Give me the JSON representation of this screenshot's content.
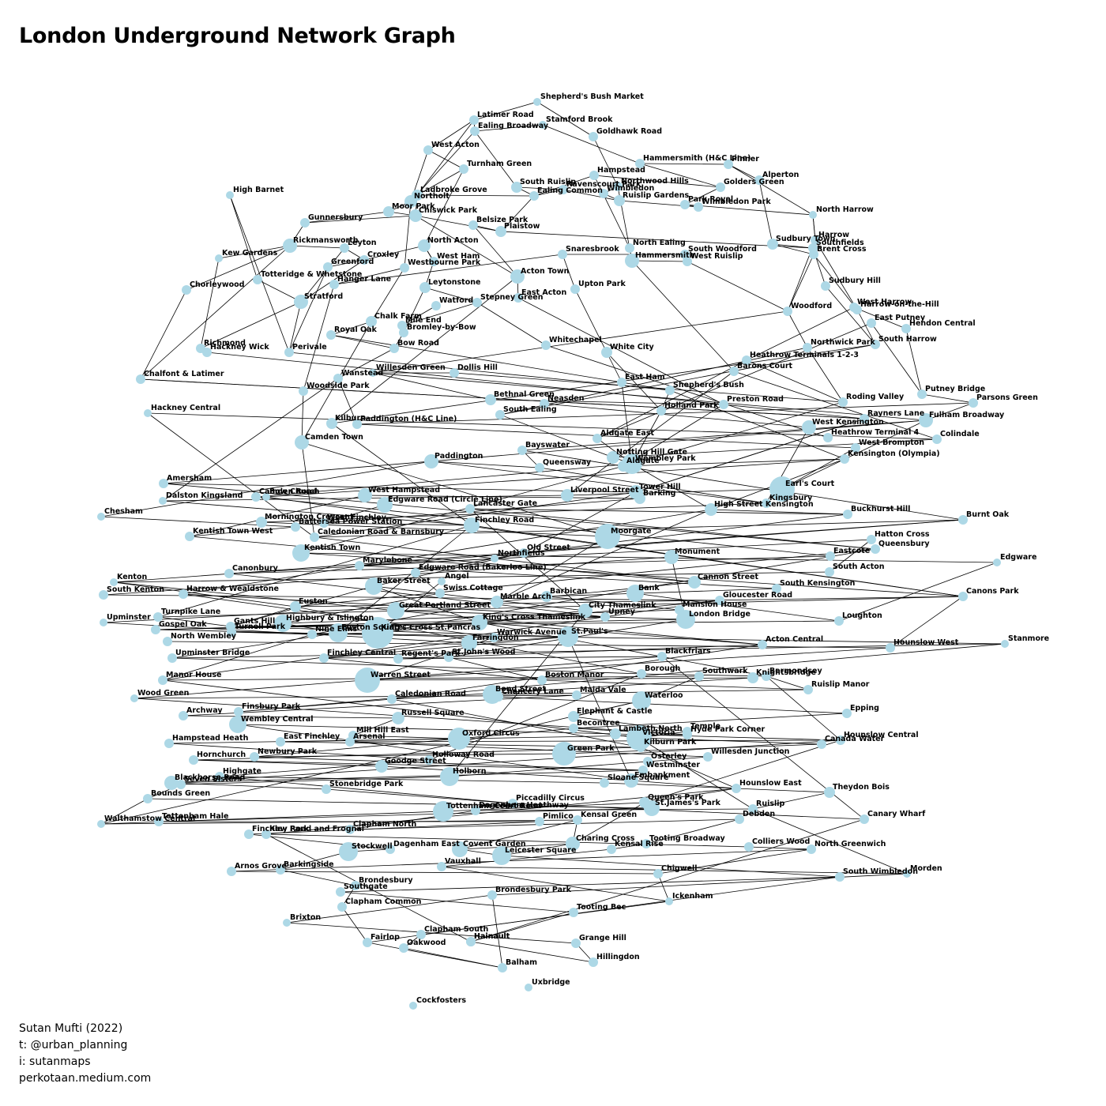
{
  "title": "London Underground Network Graph",
  "credits": [
    "Sutan Mufti (2022)",
    "t: @urban_planning",
    "i: sutanmaps",
    "perkotaan.medium.com"
  ],
  "colors": {
    "node": "#add8e6",
    "edge": "#000000"
  },
  "nodes": [
    "Shepherd's Bush Market",
    "Latimer Road",
    "Stamford Brook",
    "Ealing Broadway",
    "Goldhawk Road",
    "West Acton",
    "Turnham Green",
    "Hammersmith (H&C Line)",
    "Pinner",
    "Hampstead",
    "Alperton",
    "South Ruislip",
    "Ravenscourt Park",
    "Northwood Hills",
    "Ealing Common",
    "Wimbledon",
    "Golders Green",
    "High Barnet",
    "Ladbroke Grove",
    "Ruislip Gardens",
    "Northolt",
    "Park Royal",
    "Wimbledon Park",
    "Moor Park",
    "Chiswick Park",
    "North Harrow",
    "Gunnersbury",
    "Belsize Park",
    "Plaistow",
    "Harrow",
    "Rickmansworth",
    "Leyton",
    "Sudbury Town",
    "Southfields",
    "North Acton",
    "North Ealing",
    "Kew Gardens",
    "Croxley",
    "Snaresbrook",
    "South Woodford",
    "Brent Cross",
    "Greenford",
    "Westbourne Park",
    "West Ham",
    "Hammersmith",
    "West Ruislip",
    "Totteridge & Whetstone",
    "Hanger Lane",
    "Leytonstone",
    "Acton Town",
    "Chorleywood",
    "Upton Park",
    "Sudbury Hill",
    "Stratford",
    "Watford",
    "Stepney Green",
    "East Acton",
    "Woodford",
    "West Harrow",
    "Harrow-on-the-Hill",
    "Chalk Farm",
    "Mile End",
    "East Putney",
    "Hendon Central",
    "Bromley-by-Bow",
    "Royal Oak",
    "Bow Road",
    "Richmond",
    "Hackney Wick",
    "Perivale",
    "Whitechapel",
    "White City",
    "Northwick Park",
    "South Harrow",
    "Heathrow Terminals 1-2-3",
    "Barons Court",
    "Chalfont & Latimer",
    "Willesden Green",
    "Dollis Hill",
    "Wanstead",
    "East Ham",
    "Woodside Park",
    "Shepherd's Bush",
    "Putney Bridge",
    "Bethnal Green",
    "Parsons Green",
    "Neasden",
    "Preston Road",
    "Roding Valley",
    "Holland Park",
    "Hackney Central",
    "South Ealing",
    "Rayners Lane",
    "Fulham Broadway",
    "Kilburn",
    "Paddington (H&C Line)",
    "West Kensington",
    "Aldgate East",
    "Heathrow Terminal 4",
    "Colindale",
    "Camden Town",
    "West Brompton",
    "Bayswater",
    "Notting Hill Gate",
    "Wembley Park",
    "Aldgate",
    "Kensington (Olympia)",
    "Paddington",
    "Queensway",
    "Amersham",
    "Earl's Court",
    "Tower Hill",
    "Barking",
    "Liverpool Street",
    "West Hampstead",
    "Camden Road",
    "Bow Church",
    "Kingsbury",
    "Lancaster Gate",
    "Edgware Road (Circle Line)",
    "Dalston Kingsland",
    "High Street Kensington",
    "Chesham",
    "Mornington Crescent",
    "West Finchley",
    "Battersea Power Station",
    "Finchley Road",
    "Buckhurst Hill",
    "Burnt Oak",
    "Hatton Cross",
    "Caledonian Road & Barnsbury",
    "Kentish Town West",
    "Moorgate",
    "Queensbury",
    "Kentish Town",
    "Old Street",
    "Northfields",
    "Eastcote",
    "Edgware",
    "Monument",
    "Marylebone",
    "Canonbury",
    "South Acton",
    "Cannon Street",
    "Edgware Road (Bakerloo Line)",
    "Kenton",
    "Angel",
    "Baker Street",
    "Bank",
    "South Kensington",
    "Canons Park",
    "South Kenton",
    "Harrow & Wealdstone",
    "Swiss Cottage",
    "Barbican",
    "Euston",
    "Mansion House",
    "Marble Arch",
    "Gloucester Road",
    "Great Portland Street",
    "City Thameslink",
    "Turnpike Lane",
    "Upney",
    "London Bridge",
    "Highbury & Islington",
    "Loughton",
    "King's Cross Thameslink",
    "Upminster",
    "King's Cross St.Pancras",
    "Gants Hill",
    "Gospel Oak",
    "Euston Square",
    "Nine Elms",
    "Farringdon",
    "Turnell Park",
    "Warwick Avenue",
    "St.Paul's",
    "North Wembley",
    "Stanmore",
    "Acton Central",
    "Upminster Bridge",
    "Regent's Park",
    "Hounslow West",
    "Finchley Central",
    "St.John's Wood",
    "Blackfriars",
    "Warren Street",
    "Borough",
    "Manor House",
    "Bermondsey",
    "Boston Manor",
    "Knightsbridge",
    "Southwark",
    "Ruislip Manor",
    "Bond Street",
    "Wood Green",
    "Caledonian Road",
    "Chancery Lane",
    "Maida Vale",
    "Waterloo",
    "Finsbury Park",
    "Epping",
    "Archway",
    "Elephant & Castle",
    "Wembley Central",
    "Russell Square",
    "Becontree",
    "Temple",
    "Lambeth North",
    "Hyde Park Corner",
    "Mill Hill East",
    "Victoria",
    "Hounslow Central",
    "East Finchley",
    "Oxford Circus",
    "Canada Water",
    "Arsenal",
    "Kilburn Park",
    "Hampstead Heath",
    "Green Park",
    "Willesden Junction",
    "Hornchurch",
    "Holloway Road",
    "Newbury Park",
    "Osterley",
    "Goodge Street",
    "Highgate",
    "Westminster",
    "Holborn",
    "Embankment",
    "Sloane Square",
    "Blackhorse Road",
    "Seven Sisters",
    "Hounslow East",
    "Theydon Bois",
    "Stonebridge Park",
    "Bounds Green",
    "Queen's Park",
    "Ruislip",
    "Piccadilly Circus",
    "St.James's Park",
    "Tottenham Court Road",
    "Dagenham Heathway",
    "Canary Wharf",
    "Tottenham Hale",
    "Walthamstow Central",
    "Clapham North",
    "Hainault",
    "Pimlico",
    "Kensal Green",
    "Debden",
    "Kew Park",
    "Finchley Road and Frognal",
    "Charing Cross",
    "Tooting Broadway",
    "Colliers Wood",
    "Dagenham East",
    "Covent Garden",
    "Kensal Rise",
    "North Greenwich",
    "Stockwell",
    "Leicester Square",
    "Vauxhall",
    "Arnos Grove",
    "Barkingside",
    "South Wimbledon",
    "Morden",
    "Chigwell",
    "Brondesbury",
    "Southgate",
    "Brondesbury Park",
    "Ickenham",
    "Clapham Common",
    "Tooting Bec",
    "Brixton",
    "Clapham South",
    "Fairlop",
    "Hainault",
    "Grange Hill",
    "Oakwood",
    "Balham",
    "Hillingdon",
    "Uxbridge",
    "Cockfosters"
  ]
}
